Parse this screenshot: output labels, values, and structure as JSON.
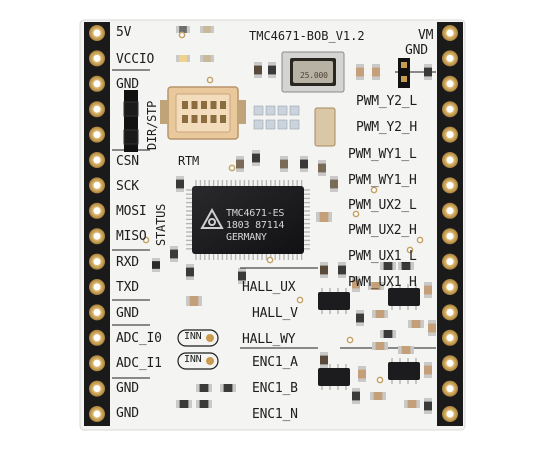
{
  "board": {
    "name": "TMC4671-BOB_V1.2",
    "chip": {
      "line1": "TMC4671-ES",
      "line2": "1803 87114",
      "line3": "GERMANY"
    },
    "crystal_marking": "25.000",
    "connector_label": "RTM",
    "left_pins": [
      "5V",
      "VCCIO",
      "GND",
      "CSN",
      "SCK",
      "MOSI",
      "MISO",
      "RXD",
      "TXD",
      "GND",
      "ADC_I0",
      "ADC_I1",
      "GND",
      "GND"
    ],
    "left_vertical_labels": [
      "DIR/STP",
      "STATUS"
    ],
    "inn_labels": [
      "INN",
      "INN"
    ],
    "right_top_pins": [
      "VM",
      "GND"
    ],
    "right_pins": [
      "PWM_Y2_L",
      "PWM_Y2_H",
      "PWM_WY1_L",
      "PWM_WY1_H",
      "PWM_UX2_L",
      "PWM_UX2_H",
      "PWM_UX1_L",
      "PWM_UX1_H"
    ],
    "center_pins": [
      "HALL_UX",
      "HALL_V",
      "HALL_WY",
      "ENC1_A",
      "ENC1_B",
      "ENC1_N"
    ]
  },
  "colors": {
    "background": "#ffffff",
    "pcb": "#f4f4f2",
    "silkscreen": "#1e1e1e",
    "pad_gold": "#c89b4e",
    "chip_body": "#1b1b1d",
    "connector": "#e8c9a0"
  }
}
